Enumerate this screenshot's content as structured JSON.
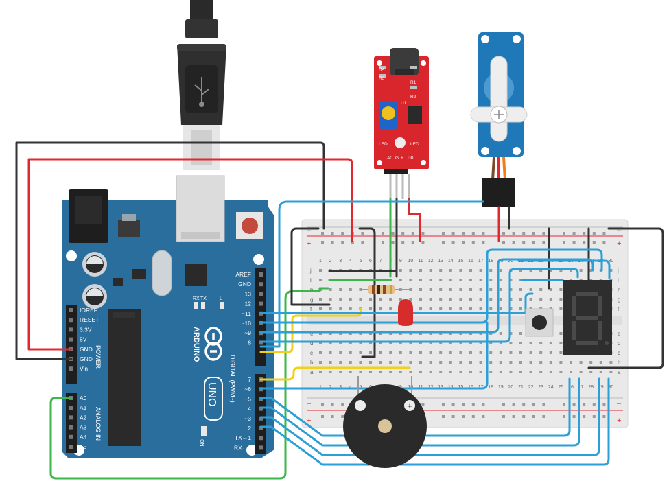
{
  "board": {
    "brand": "ARDUINO",
    "model": "UNO",
    "power_header_title": "POWER",
    "analog_header_title": "ANALOG IN",
    "digital_header_title": "DIGITAL (PWM~)",
    "tx_led": "TX",
    "rx_led": "RX",
    "l_led": "L",
    "on_led": "ON",
    "power_pins": [
      "IOREF",
      "RESET",
      "3.3V",
      "5V",
      "GND",
      "GND",
      "Vin"
    ],
    "analog_pins": [
      "A0",
      "A1",
      "A2",
      "A3",
      "A4",
      "A5"
    ],
    "top_digital_pins": [
      "AREF",
      "GND",
      "13",
      "12",
      "~11",
      "~10",
      "~9",
      "8"
    ],
    "bottom_digital_pins": [
      "7",
      "~6",
      "~5",
      "4",
      "~3",
      "2",
      "TX→1",
      "RX←0"
    ]
  },
  "breadboard": {
    "plus": "+",
    "minus": "–",
    "row_letters_top": [
      "j",
      "i",
      "h",
      "g",
      "f"
    ],
    "row_letters_bottom": [
      "e",
      "d",
      "c",
      "b",
      "a"
    ],
    "column_numbers": [
      "1",
      "2",
      "3",
      "4",
      "5",
      "6",
      "7",
      "8",
      "9",
      "10",
      "11",
      "12",
      "13",
      "14",
      "15",
      "16",
      "17",
      "18",
      "19",
      "20",
      "21",
      "22",
      "23",
      "24",
      "25",
      "26",
      "27",
      "28",
      "29",
      "30"
    ]
  },
  "buzzer": {
    "minus": "−",
    "plus": "+"
  },
  "mic_module": {
    "labels": [
      "R4",
      "R3",
      "U1",
      "R1",
      "R2",
      "LED",
      "LED",
      "A0",
      "G",
      "+",
      "D0"
    ]
  },
  "colors": {
    "board_blue": "#2a6e9e",
    "wire_black": "#333333",
    "wire_red": "#e2282e",
    "wire_blue": "#2b9fd6",
    "wire_green": "#3cb64a",
    "wire_yellow": "#f2cf1c",
    "mic_red": "#d9262d",
    "servo_blue": "#1f78b8"
  }
}
